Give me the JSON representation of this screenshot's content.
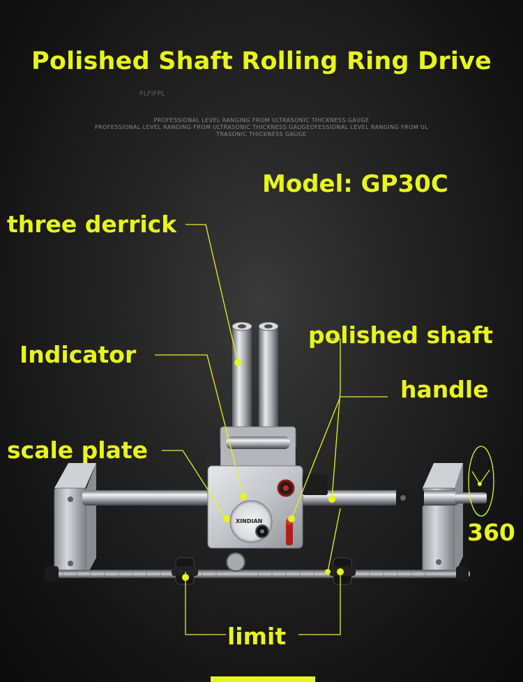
{
  "header": {
    "title": "Polished Shaft Rolling Ring Drive",
    "watermark": "PLFIFPL",
    "tagline_lines": [
      "PROFESSIONAL LEVEL RANGING FROM ULTRASONIC THICKNESS GAUGE",
      "PROFESSIONAL LEVEL RANGING FROM ULTRASONIC THICKNESS GAUGEOFESSIONAL LEVEL RANGING FROM UL",
      "TRASONIC THICKNESS GAUGE"
    ]
  },
  "model": "Model: GP30C",
  "callouts": {
    "three_derrick": "three derrick",
    "indicator": "Indicator",
    "polished_shaft": "polished shaft",
    "handle": "handle",
    "scale_plate": "scale plate",
    "rotation": "360",
    "limit": "limit"
  },
  "device": {
    "brand_text": "XINDIAN"
  },
  "colors": {
    "accent": "#e8f51a",
    "background": "#151515",
    "metal": "#b9bcc0"
  }
}
